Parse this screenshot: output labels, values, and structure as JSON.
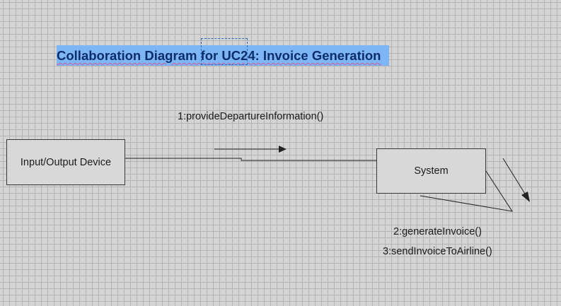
{
  "diagram": {
    "title": "Collaboration Diagram for UC24: Invoice Generation",
    "objects": {
      "io_device": "Input/Output Device",
      "system": "System"
    },
    "messages": {
      "m1": "1:provideDepartureInformation()",
      "m2": "2:generateInvoice()",
      "m3": "3:sendInvoiceToAirline()"
    }
  },
  "colors": {
    "grid_background": "#d4d4d4",
    "title_selection": "#7eb6f5",
    "line": "#222222"
  }
}
